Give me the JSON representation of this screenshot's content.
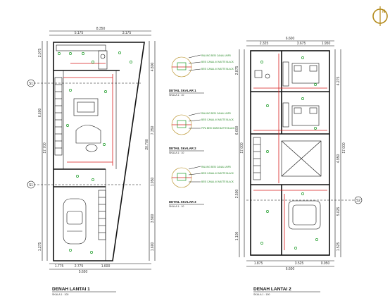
{
  "plan1": {
    "title": "DENAH LANTAI 1",
    "scale": "SKALA 1 : 100",
    "dims_top": [
      "8.350",
      "5.175",
      "3.175"
    ],
    "dims_left": [
      "2.075",
      "6.600",
      "17.700",
      "1.275"
    ],
    "dims_right": [
      "4.800",
      "7.350",
      "1.950",
      "3.900",
      "1.600"
    ],
    "dims_mid_right": "20.700",
    "dims_bottom": [
      "1.775",
      "2.775",
      "1.600",
      "5.650"
    ],
    "section_tag_1": "S1",
    "section_tag_2": "S1"
  },
  "details": [
    {
      "title": "DETAIL SKALAR 1",
      "scale": "SKALA 1 : 10",
      "notes": [
        "RAILING BESI CANAL UNP8",
        "BESI CANAL 40 MATTE BLACK",
        "BESI CANAL 40 MATTE BLACK"
      ]
    },
    {
      "title": "DETAIL SKALAR 2",
      "scale": "SKALA 1 : 10",
      "notes": [
        "RAILING BESI CANAL UNP8",
        "BESI CANAL 40 MATTE BLACK",
        "PIPA BESI 30MM MATTE BLACK"
      ]
    },
    {
      "title": "DETAIL SKALAR 3",
      "scale": "SKALA 1 : 10",
      "notes": [
        "RAILING BESI CANAL UNP8",
        "BESI CANAL 40 MATTE BLACK",
        "BESI CANAL 40 MATTE BLACK"
      ]
    }
  ],
  "plan2": {
    "title": "DENAH LANTAI 2",
    "scale": "SKALA 1 : 100",
    "dims_top": [
      "6.600",
      "2.325",
      "3.675",
      "1.950"
    ],
    "dims_left": [
      "2.875",
      "6.600",
      "17.000",
      "2.500",
      "1.100"
    ],
    "dims_right": [
      "4.275",
      "4.950",
      "17.000",
      "5.025",
      "1.525"
    ],
    "dims_bottom": [
      "1.875",
      "3.525",
      "6.600",
      "0.950"
    ],
    "section_tag": "S2"
  },
  "north": {
    "label": "N"
  },
  "colors": {
    "wall": "#111111",
    "red": "#d81b1b",
    "green": "#1f9d2a",
    "gold": "#b38a1a"
  }
}
